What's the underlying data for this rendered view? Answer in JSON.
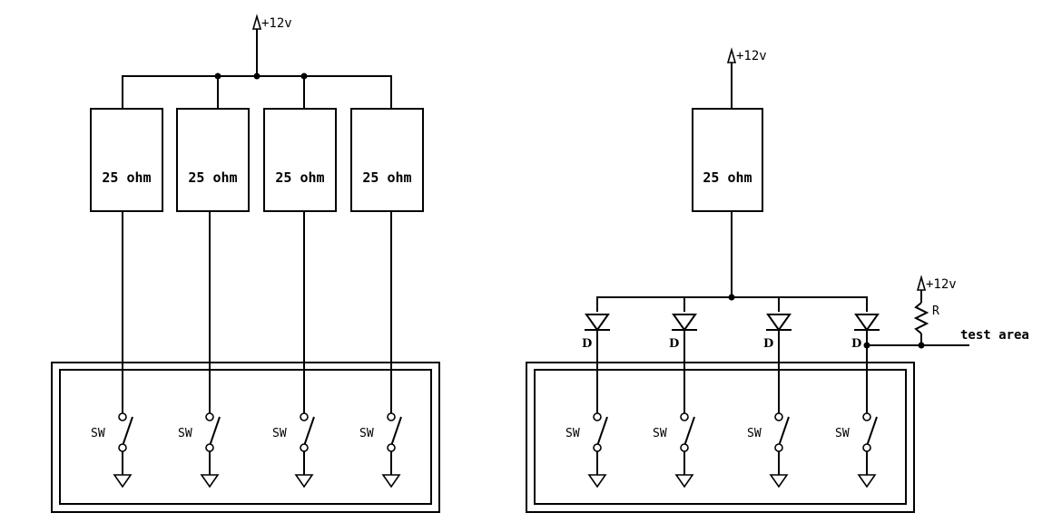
{
  "left_circuit": {
    "supply_label": "+12v",
    "resistors": [
      {
        "label": "25 ohm"
      },
      {
        "label": "25 ohm"
      },
      {
        "label": "25 ohm"
      },
      {
        "label": "25 ohm"
      }
    ],
    "switches": [
      {
        "label": "SW"
      },
      {
        "label": "SW"
      },
      {
        "label": "SW"
      },
      {
        "label": "SW"
      }
    ]
  },
  "right_circuit": {
    "supply_label": "+12v",
    "resistor": {
      "label": "25 ohm"
    },
    "diodes": [
      {
        "label": "D"
      },
      {
        "label": "D"
      },
      {
        "label": "D"
      },
      {
        "label": "D"
      }
    ],
    "switches": [
      {
        "label": "SW"
      },
      {
        "label": "SW"
      },
      {
        "label": "SW"
      },
      {
        "label": "SW"
      }
    ],
    "pullup_supply_label": "+12v",
    "pullup_resistor_label": "R",
    "output_label": "test area"
  }
}
